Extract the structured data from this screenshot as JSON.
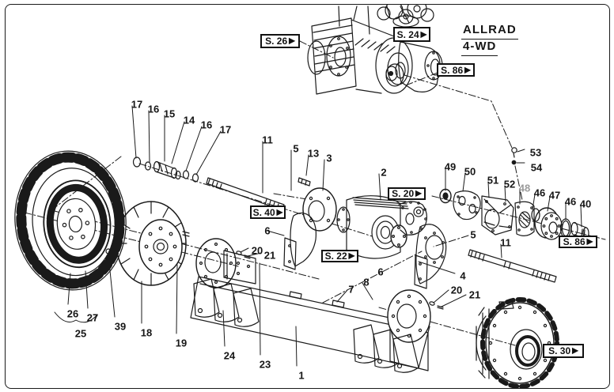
{
  "title": {
    "line1": "ALLRAD",
    "line2": "4-WD"
  },
  "icons": {
    "ref_arrow": "▶"
  },
  "colors": {
    "line": "#1a1a1a",
    "background": "#ffffff",
    "muted_label": "#9b9b9b"
  },
  "ref_boxes": {
    "s26": "S. 26",
    "s24": "S. 24",
    "s86_top": "S. 86",
    "s40": "S. 40",
    "s20": "S. 20",
    "s22": "S. 22",
    "s86_right": "S. 86",
    "s30": "S. 30"
  },
  "part_labels": [
    {
      "id": "17-a",
      "text": "17"
    },
    {
      "id": "16-a",
      "text": "16"
    },
    {
      "id": "15",
      "text": "15"
    },
    {
      "id": "14",
      "text": "14"
    },
    {
      "id": "16-b",
      "text": "16"
    },
    {
      "id": "17-b",
      "text": "17"
    },
    {
      "id": "11-left",
      "text": "11"
    },
    {
      "id": "5-left",
      "text": "5"
    },
    {
      "id": "13",
      "text": "13"
    },
    {
      "id": "3",
      "text": "3"
    },
    {
      "id": "2",
      "text": "2"
    },
    {
      "id": "49",
      "text": "49"
    },
    {
      "id": "50",
      "text": "50"
    },
    {
      "id": "53",
      "text": "53"
    },
    {
      "id": "54",
      "text": "54"
    },
    {
      "id": "51",
      "text": "51"
    },
    {
      "id": "52",
      "text": "52"
    },
    {
      "id": "48",
      "text": "48"
    },
    {
      "id": "46-a",
      "text": "46"
    },
    {
      "id": "47",
      "text": "47"
    },
    {
      "id": "46-b",
      "text": "46"
    },
    {
      "id": "40",
      "text": "40"
    },
    {
      "id": "11-right",
      "text": "11"
    },
    {
      "id": "5-right",
      "text": "5"
    },
    {
      "id": "4",
      "text": "4"
    },
    {
      "id": "20-right",
      "text": "20"
    },
    {
      "id": "21-right",
      "text": "21"
    },
    {
      "id": "6-right",
      "text": "6"
    },
    {
      "id": "8",
      "text": "8"
    },
    {
      "id": "7",
      "text": "7"
    },
    {
      "id": "20-mid",
      "text": "20"
    },
    {
      "id": "21-mid",
      "text": "21"
    },
    {
      "id": "6-mid",
      "text": "6"
    },
    {
      "id": "24",
      "text": "24"
    },
    {
      "id": "23",
      "text": "23"
    },
    {
      "id": "1",
      "text": "1"
    },
    {
      "id": "26",
      "text": "26"
    },
    {
      "id": "27",
      "text": "27"
    },
    {
      "id": "25",
      "text": "25"
    },
    {
      "id": "39",
      "text": "39"
    },
    {
      "id": "18",
      "text": "18"
    },
    {
      "id": "19",
      "text": "19"
    }
  ]
}
